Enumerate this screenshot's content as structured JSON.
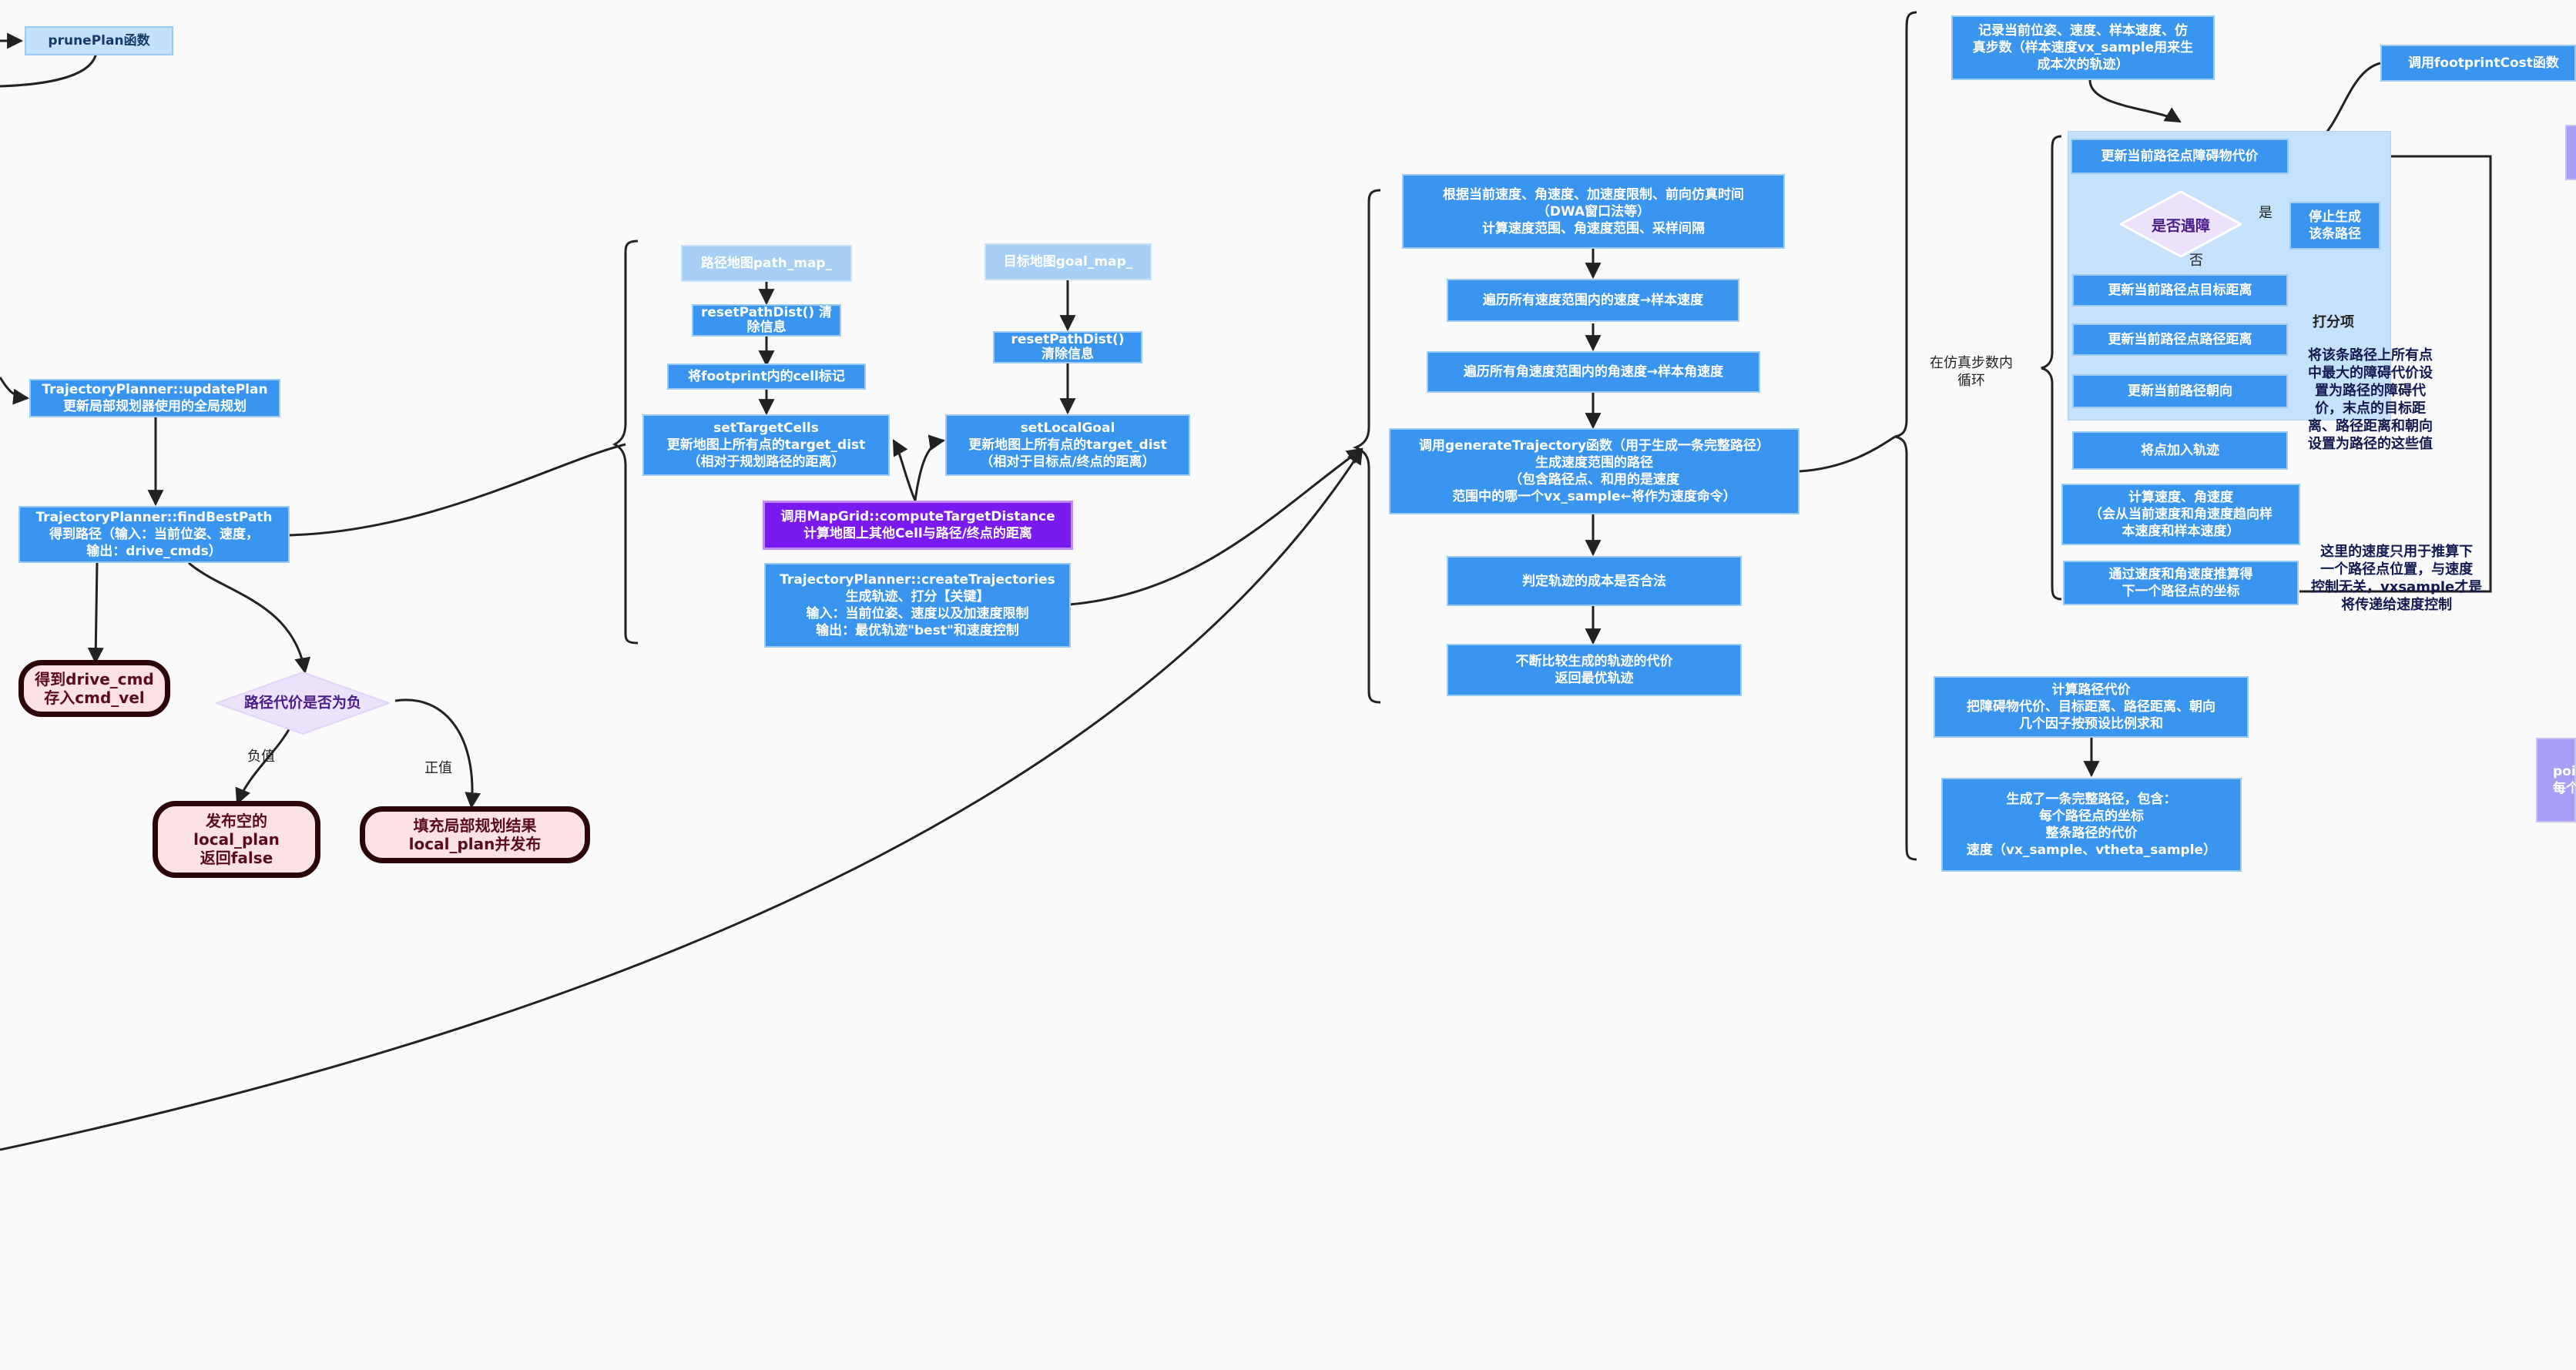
{
  "nodes": {
    "prune_plan": "prunePlan函数",
    "update_plan_1": "TrajectoryPlanner::updatePlan",
    "update_plan_2": "更新局部规划器使用的全局规划",
    "find_best_path_1": "TrajectoryPlanner::findBestPath",
    "find_best_path_2": "得到路径（输入：当前位姿、速度，",
    "find_best_path_3": "输出：drive_cmds）",
    "drive_cmd_1": "得到drive_cmd",
    "drive_cmd_2": "存入cmd_vel",
    "path_cost_negative": "路径代价是否为负",
    "empty_plan_1": "发布空的",
    "empty_plan_2": "local_plan",
    "empty_plan_3": "返回false",
    "fill_plan_1": "填充局部规划结果",
    "fill_plan_2": "local_plan并发布",
    "path_map": "路径地图path_map_",
    "goal_map": "目标地图goal_map_",
    "reset_path_1": "resetPathDist() 清",
    "reset_path_2": "除信息",
    "reset_goal_1": "resetPathDist()",
    "reset_goal_2": "清除信息",
    "footprint_mark": "将footprint内的cell标记",
    "set_target_1": "setTargetCells",
    "set_target_2": "更新地图上所有点的target_dist",
    "set_target_3": "（相对于规划路径的距离）",
    "set_local_1": "setLocalGoal",
    "set_local_2": "更新地图上所有点的target_dist",
    "set_local_3": "（相对于目标点/终点的距离）",
    "compute_target_1": "调用MapGrid::computeTargetDistance",
    "compute_target_2": "计算地图上其他Cell与路径/终点的距离",
    "create_traj_1": "TrajectoryPlanner::createTrajectories",
    "create_traj_2": "生成轨迹、打分【关键】",
    "create_traj_3": "输入：当前位姿、速度以及加速度限制",
    "create_traj_4": "输出：最优轨迹\"best\"和速度控制",
    "velocity_range_1": "根据当前速度、角速度、加速度限制、前向仿真时间",
    "velocity_range_2": "（DWA窗口法等）",
    "velocity_range_3": "计算速度范围、角速度范围、采样间隔",
    "iterate_v": "遍历所有速度范围内的速度→样本速度",
    "iterate_w": "遍历所有角速度范围内的角速度→样本角速度",
    "gen_traj_1": "调用generateTrajectory函数（用于生成一条完整路径）",
    "gen_traj_2": "生成速度范围的路径",
    "gen_traj_3": "（包含路径点、和用的是速度",
    "gen_traj_4": "范围中的哪一个vx_sample←将作为速度命令）",
    "judge_cost": "判定轨迹的成本是否合法",
    "compare_cost_1": "不断比较生成的轨迹的代价",
    "compare_cost_2": "返回最优轨迹",
    "record_state_1": "记录当前位姿、速度、样本速度、仿",
    "record_state_2": "真步数（样本速度vx_sample用来生",
    "record_state_3": "成本次的轨迹）",
    "call_footprint": "调用footprintCost函数",
    "update_obstacle": "更新当前路径点障碍物代价",
    "obstacle_q": "是否遇障",
    "stop_gen_1": "停止生成",
    "stop_gen_2": "该条路径",
    "update_goal_dist": "更新当前路径点目标距离",
    "update_path_dist": "更新当前路径点路径距离",
    "update_heading": "更新当前路径朝向",
    "add_point": "将点加入轨迹",
    "calc_speed_1": "计算速度、角速度",
    "calc_speed_2": "（会从当前速度和角速度趋向样",
    "calc_speed_3": "本速度和样本速度）",
    "next_point_1": "通过速度和角速度推算得",
    "next_point_2": "下一个路径点的坐标",
    "calc_cost_1": "计算路径代价",
    "calc_cost_2": "把障碍物代价、目标距离、路径距离、朝向",
    "calc_cost_3": "几个因子按预设比例求和",
    "full_path_1": "生成了一条完整路径，包含：",
    "full_path_2": "每个路径点的坐标",
    "full_path_3": "整条路径的代价",
    "full_path_4": "速度（vx_sample、vtheta_sample）",
    "edge_right_1": "poi",
    "edge_right_2": "每个"
  },
  "labels": {
    "negative": "负值",
    "positive": "正值",
    "yes": "是",
    "no": "否",
    "loop_1": "在仿真步数内",
    "loop_2": "循环",
    "score_title": "打分项"
  },
  "notes": {
    "score_1": "将该条路径上所有点",
    "score_2": "中最大的障碍代价设",
    "score_3": "置为路径的障碍代",
    "score_4": "价，末点的目标距",
    "score_5": "离、路径距离和朝向",
    "score_6": "设置为路径的这些值",
    "speed_1": "这里的速度只用于推算下",
    "speed_2": "一个路径点位置，与速度",
    "speed_3": "控制无关，vxsample才是",
    "speed_4": "将传递给速度控制"
  }
}
